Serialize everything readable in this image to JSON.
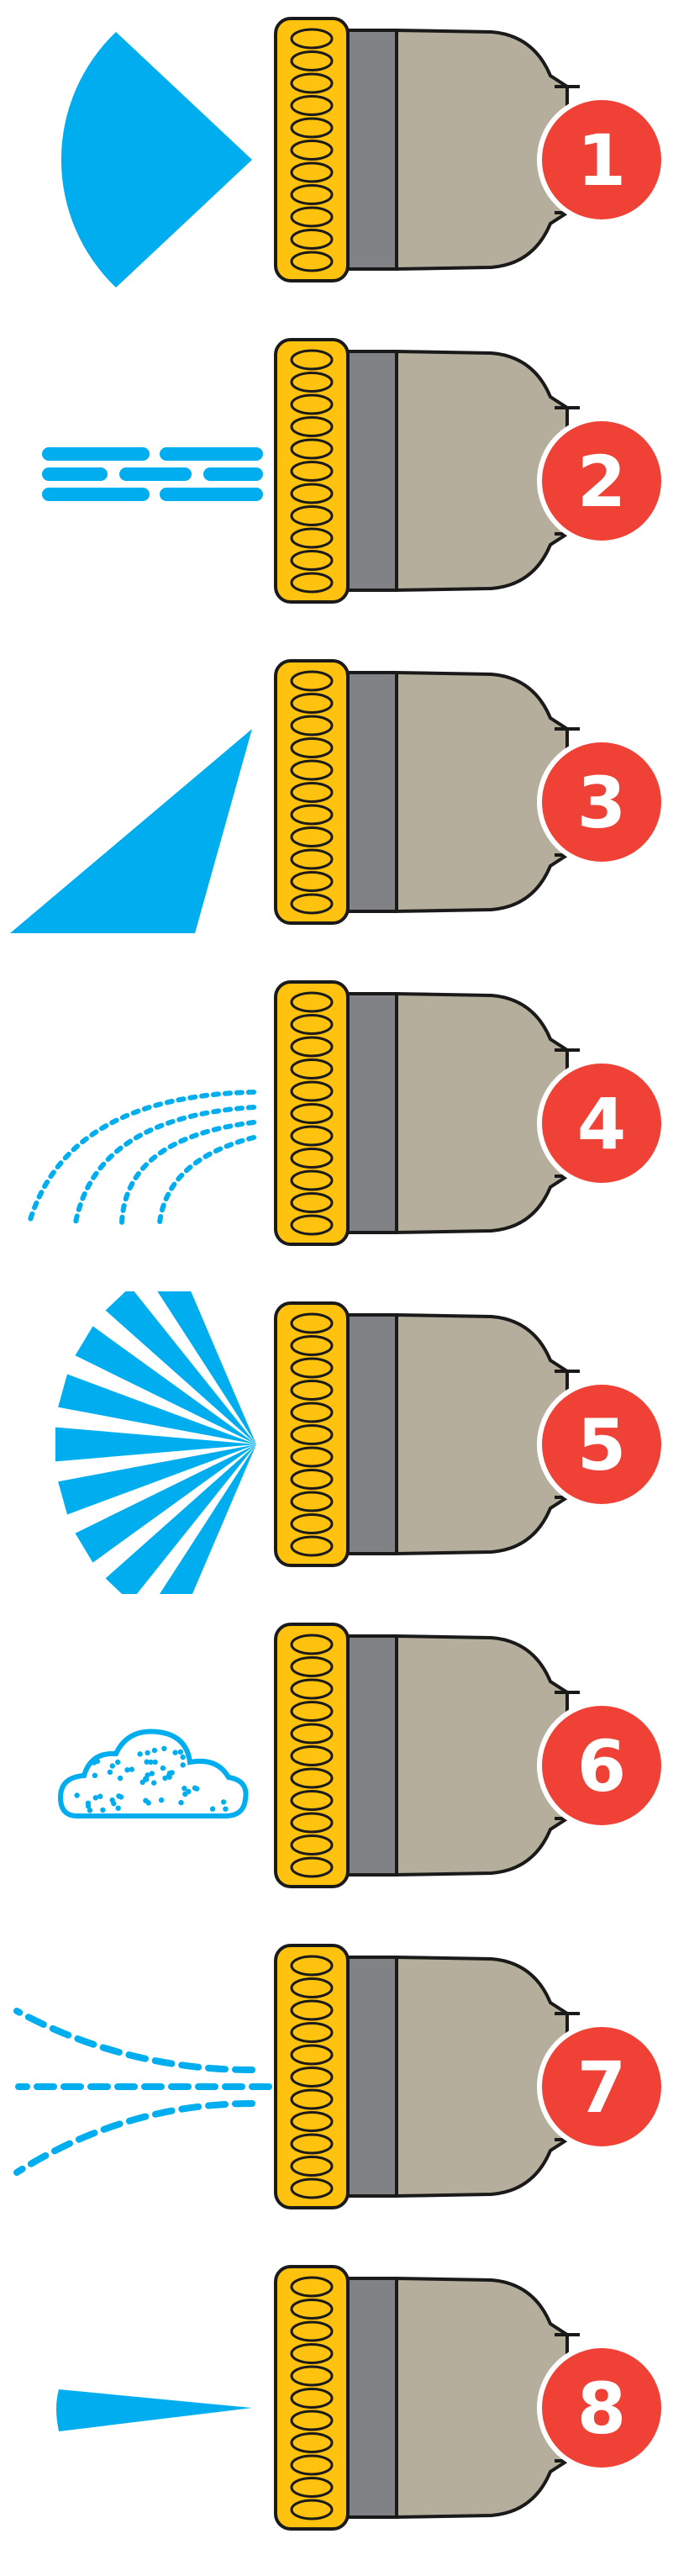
{
  "colors": {
    "spray": "#00AEEF",
    "ring": "#FFC20E",
    "collar": "#808285",
    "body": "#B5AE9C",
    "badge": "#EF4136",
    "outline": "#1a1a1a",
    "background": "#FFFFFF"
  },
  "patterns": [
    {
      "number": "1",
      "icon": "fan-spray-icon"
    },
    {
      "number": "2",
      "icon": "shower-bars-icon"
    },
    {
      "number": "3",
      "icon": "flat-spray-icon"
    },
    {
      "number": "4",
      "icon": "soaker-arc-icon"
    },
    {
      "number": "5",
      "icon": "multi-jet-icon"
    },
    {
      "number": "6",
      "icon": "mist-cloud-icon"
    },
    {
      "number": "7",
      "icon": "center-spray-icon"
    },
    {
      "number": "8",
      "icon": "jet-stream-icon"
    }
  ]
}
